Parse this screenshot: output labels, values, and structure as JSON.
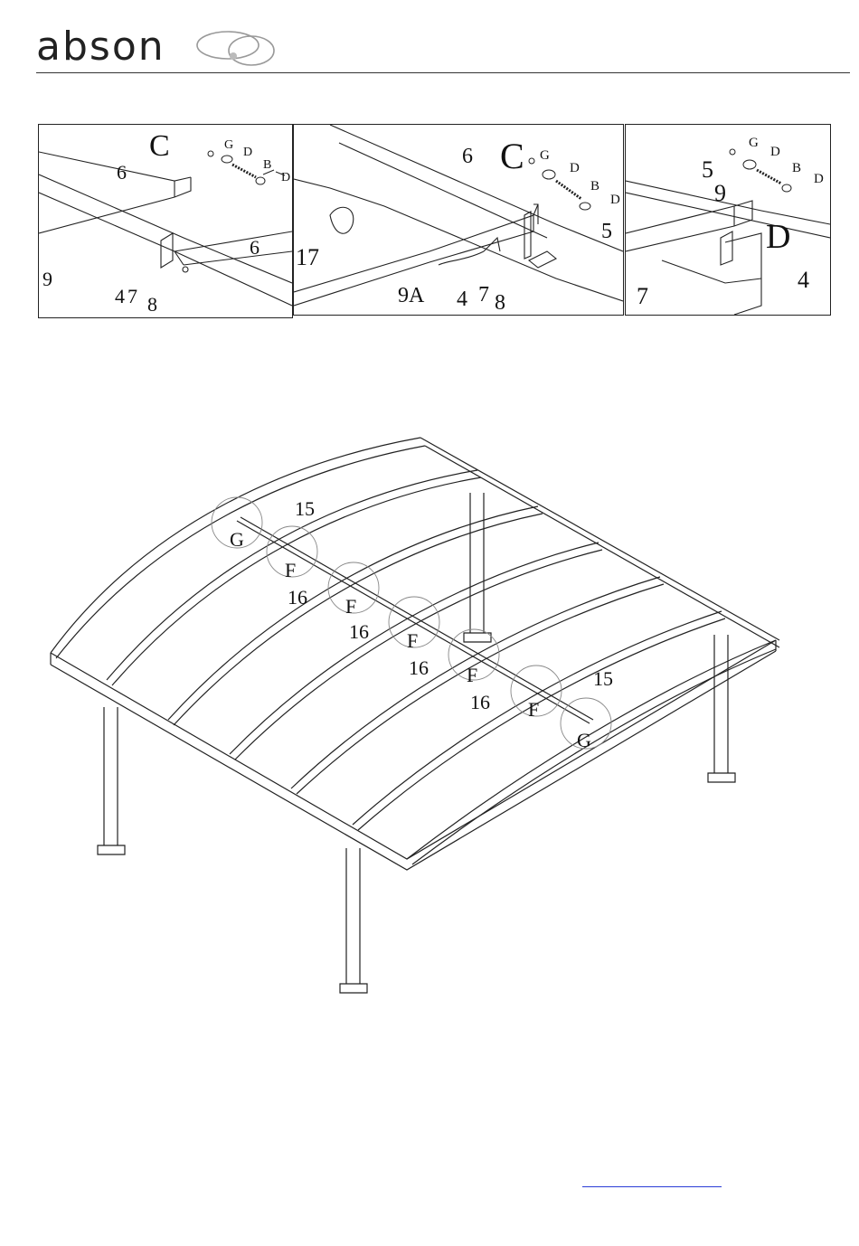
{
  "header": {
    "brand": "abson"
  },
  "panels": [
    {
      "callout": "C",
      "parts": [
        "6",
        "6",
        "9",
        "4",
        "7",
        "8"
      ],
      "hardware": [
        "G",
        "D",
        "B",
        "D"
      ]
    },
    {
      "callout": "C",
      "parts": [
        "6",
        "5",
        "17",
        "9A",
        "4",
        "7",
        "8"
      ],
      "hardware": [
        "G",
        "D",
        "B",
        "D"
      ]
    },
    {
      "callout": "D",
      "parts": [
        "5",
        "9",
        "7",
        "4"
      ],
      "hardware": [
        "G",
        "D",
        "B",
        "D"
      ]
    }
  ],
  "main": {
    "labels": [
      "15",
      "G",
      "F",
      "16",
      "F",
      "16",
      "F",
      "16",
      "F",
      "16",
      "F",
      "15",
      "G"
    ]
  },
  "footer": {
    "link_text": ""
  }
}
